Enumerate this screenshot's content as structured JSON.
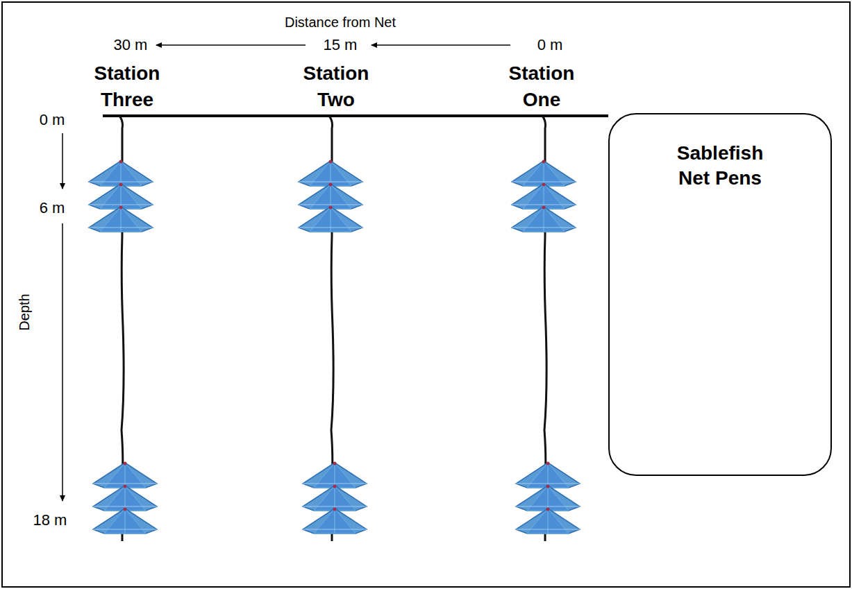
{
  "diagram": {
    "nodes": [
      {
        "text": [
          "Sablefish Net Pens"
        ]
      }
    ],
    "labels": [
      "Distance from Net",
      "30 m",
      "15 m",
      "0 m",
      "Station Three",
      "Station Two",
      "Station One",
      "0 m",
      "6 m",
      "Depth",
      "18 m"
    ]
  }
}
